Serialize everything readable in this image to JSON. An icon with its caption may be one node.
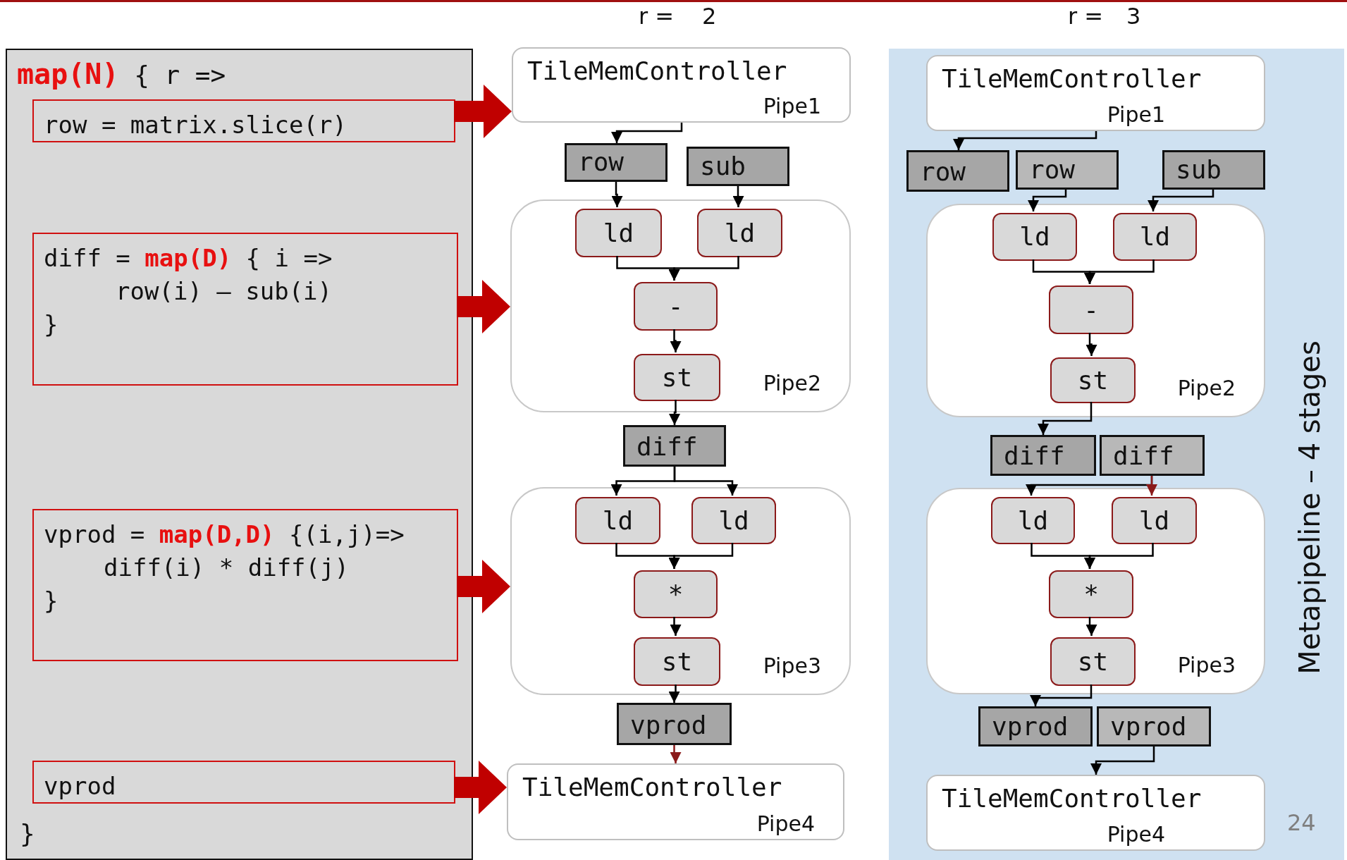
{
  "diagram": {
    "nodes": [
      {
        "text": [
          "**map(N)** { r =>",
          "}"
        ]
      },
      {
        "text": [
          "row = matrix.slice(r)"
        ],
        "in": 0
      },
      {
        "text": [
          "diff = **map(D)** { i =>",
          "row(i) – sub(i)",
          "}"
        ],
        "in": 0
      },
      {
        "text": [
          "vprod = **map(D,D)** {(i,j)=>",
          "diff(i) * diff(j)",
          "}"
        ],
        "in": 0
      },
      {
        "text": [
          "vprod"
        ],
        "in": 0
      },
      {
        "text": [
          "TileMemController",
          "Pipe1"
        ]
      },
      {
        "text": [
          "row"
        ]
      },
      {
        "text": [
          "sub"
        ]
      },
      {
        "text": [
          "Pipe2"
        ]
      },
      {
        "text": [
          "ld"
        ],
        "in": 8
      },
      {
        "text": [
          "ld"
        ],
        "in": 8
      },
      {
        "text": [
          "-"
        ],
        "in": 8
      },
      {
        "text": [
          "st"
        ],
        "in": 8
      },
      {
        "text": [
          "diff"
        ]
      },
      {
        "text": [
          "Pipe3"
        ]
      },
      {
        "text": [
          "ld"
        ],
        "in": 14
      },
      {
        "text": [
          "ld"
        ],
        "in": 14
      },
      {
        "text": [
          "*"
        ],
        "in": 14
      },
      {
        "text": [
          "st"
        ],
        "in": 14
      },
      {
        "text": [
          "vprod"
        ]
      },
      {
        "text": [
          "TileMemController",
          "Pipe4"
        ]
      },
      {
        "text": [
          "Metapipeline – 4 stages"
        ]
      },
      {
        "text": [
          "TileMemController",
          "Pipe1"
        ],
        "in": 21
      },
      {
        "text": [
          "row"
        ],
        "in": 21
      },
      {
        "text": [
          "row"
        ],
        "in": 21
      },
      {
        "text": [
          "sub"
        ],
        "in": 21
      },
      {
        "text": [
          "Pipe2"
        ],
        "in": 21
      },
      {
        "text": [
          "ld"
        ],
        "in": 26
      },
      {
        "text": [
          "ld"
        ],
        "in": 26
      },
      {
        "text": [
          "-"
        ],
        "in": 26
      },
      {
        "text": [
          "st"
        ],
        "in": 26
      },
      {
        "text": [
          "diff"
        ],
        "in": 21
      },
      {
        "text": [
          "diff"
        ],
        "in": 21
      },
      {
        "text": [
          "Pipe3"
        ],
        "in": 21
      },
      {
        "text": [
          "ld"
        ],
        "in": 33
      },
      {
        "text": [
          "ld"
        ],
        "in": 33
      },
      {
        "text": [
          "*"
        ],
        "in": 33
      },
      {
        "text": [
          "st"
        ],
        "in": 33
      },
      {
        "text": [
          "vprod"
        ],
        "in": 21
      },
      {
        "text": [
          "vprod"
        ],
        "in": 21
      },
      {
        "text": [
          "TileMemController",
          "Pipe4"
        ],
        "in": 21
      }
    ],
    "edges": [
      {
        "from": 1,
        "to": 5,
        "arrow": "to",
        "style": "thick",
        "color": "#c00000"
      },
      {
        "from": 2,
        "to": 8,
        "arrow": "to",
        "style": "thick",
        "color": "#c00000"
      },
      {
        "from": 3,
        "to": 14,
        "arrow": "to",
        "style": "thick",
        "color": "#c00000"
      },
      {
        "from": 4,
        "to": 20,
        "arrow": "to",
        "style": "thick",
        "color": "#c00000"
      },
      {
        "from": 5,
        "to": 6,
        "arrow": "to"
      },
      {
        "from": 6,
        "to": 9,
        "arrow": "to"
      },
      {
        "from": 7,
        "to": 10,
        "arrow": "to"
      },
      {
        "from": 9,
        "to": 11,
        "arrow": "to"
      },
      {
        "from": 10,
        "to": 11,
        "arrow": "to"
      },
      {
        "from": 11,
        "to": 12,
        "arrow": "to"
      },
      {
        "from": 12,
        "to": 13,
        "arrow": "to"
      },
      {
        "from": 13,
        "to": 15,
        "arrow": "to"
      },
      {
        "from": 13,
        "to": 16,
        "arrow": "to"
      },
      {
        "from": 15,
        "to": 17,
        "arrow": "to"
      },
      {
        "from": 16,
        "to": 17,
        "arrow": "to"
      },
      {
        "from": 17,
        "to": 18,
        "arrow": "to"
      },
      {
        "from": 18,
        "to": 19,
        "arrow": "to"
      },
      {
        "from": 19,
        "to": 20,
        "arrow": "to",
        "color": "#8b1a1a"
      },
      {
        "from": 22,
        "to": 23,
        "arrow": "to"
      },
      {
        "from": 24,
        "to": 27,
        "arrow": "to"
      },
      {
        "from": 25,
        "to": 28,
        "arrow": "to"
      },
      {
        "from": 27,
        "to": 29,
        "arrow": "to"
      },
      {
        "from": 28,
        "to": 29,
        "arrow": "to"
      },
      {
        "from": 29,
        "to": 30,
        "arrow": "to"
      },
      {
        "from": 30,
        "to": 31,
        "arrow": "to"
      },
      {
        "from": 32,
        "to": 34,
        "arrow": "to"
      },
      {
        "from": 32,
        "to": 35,
        "arrow": "to",
        "color": "#8b1a1a"
      },
      {
        "from": 34,
        "to": 36,
        "arrow": "to"
      },
      {
        "from": 35,
        "to": 36,
        "arrow": "to"
      },
      {
        "from": 36,
        "to": 37,
        "arrow": "to"
      },
      {
        "from": 37,
        "to": 38,
        "arrow": "to"
      },
      {
        "from": 39,
        "to": 40,
        "arrow": "to"
      }
    ],
    "labels": [
      "r =",
      "2",
      "r =",
      "3",
      "24"
    ]
  }
}
